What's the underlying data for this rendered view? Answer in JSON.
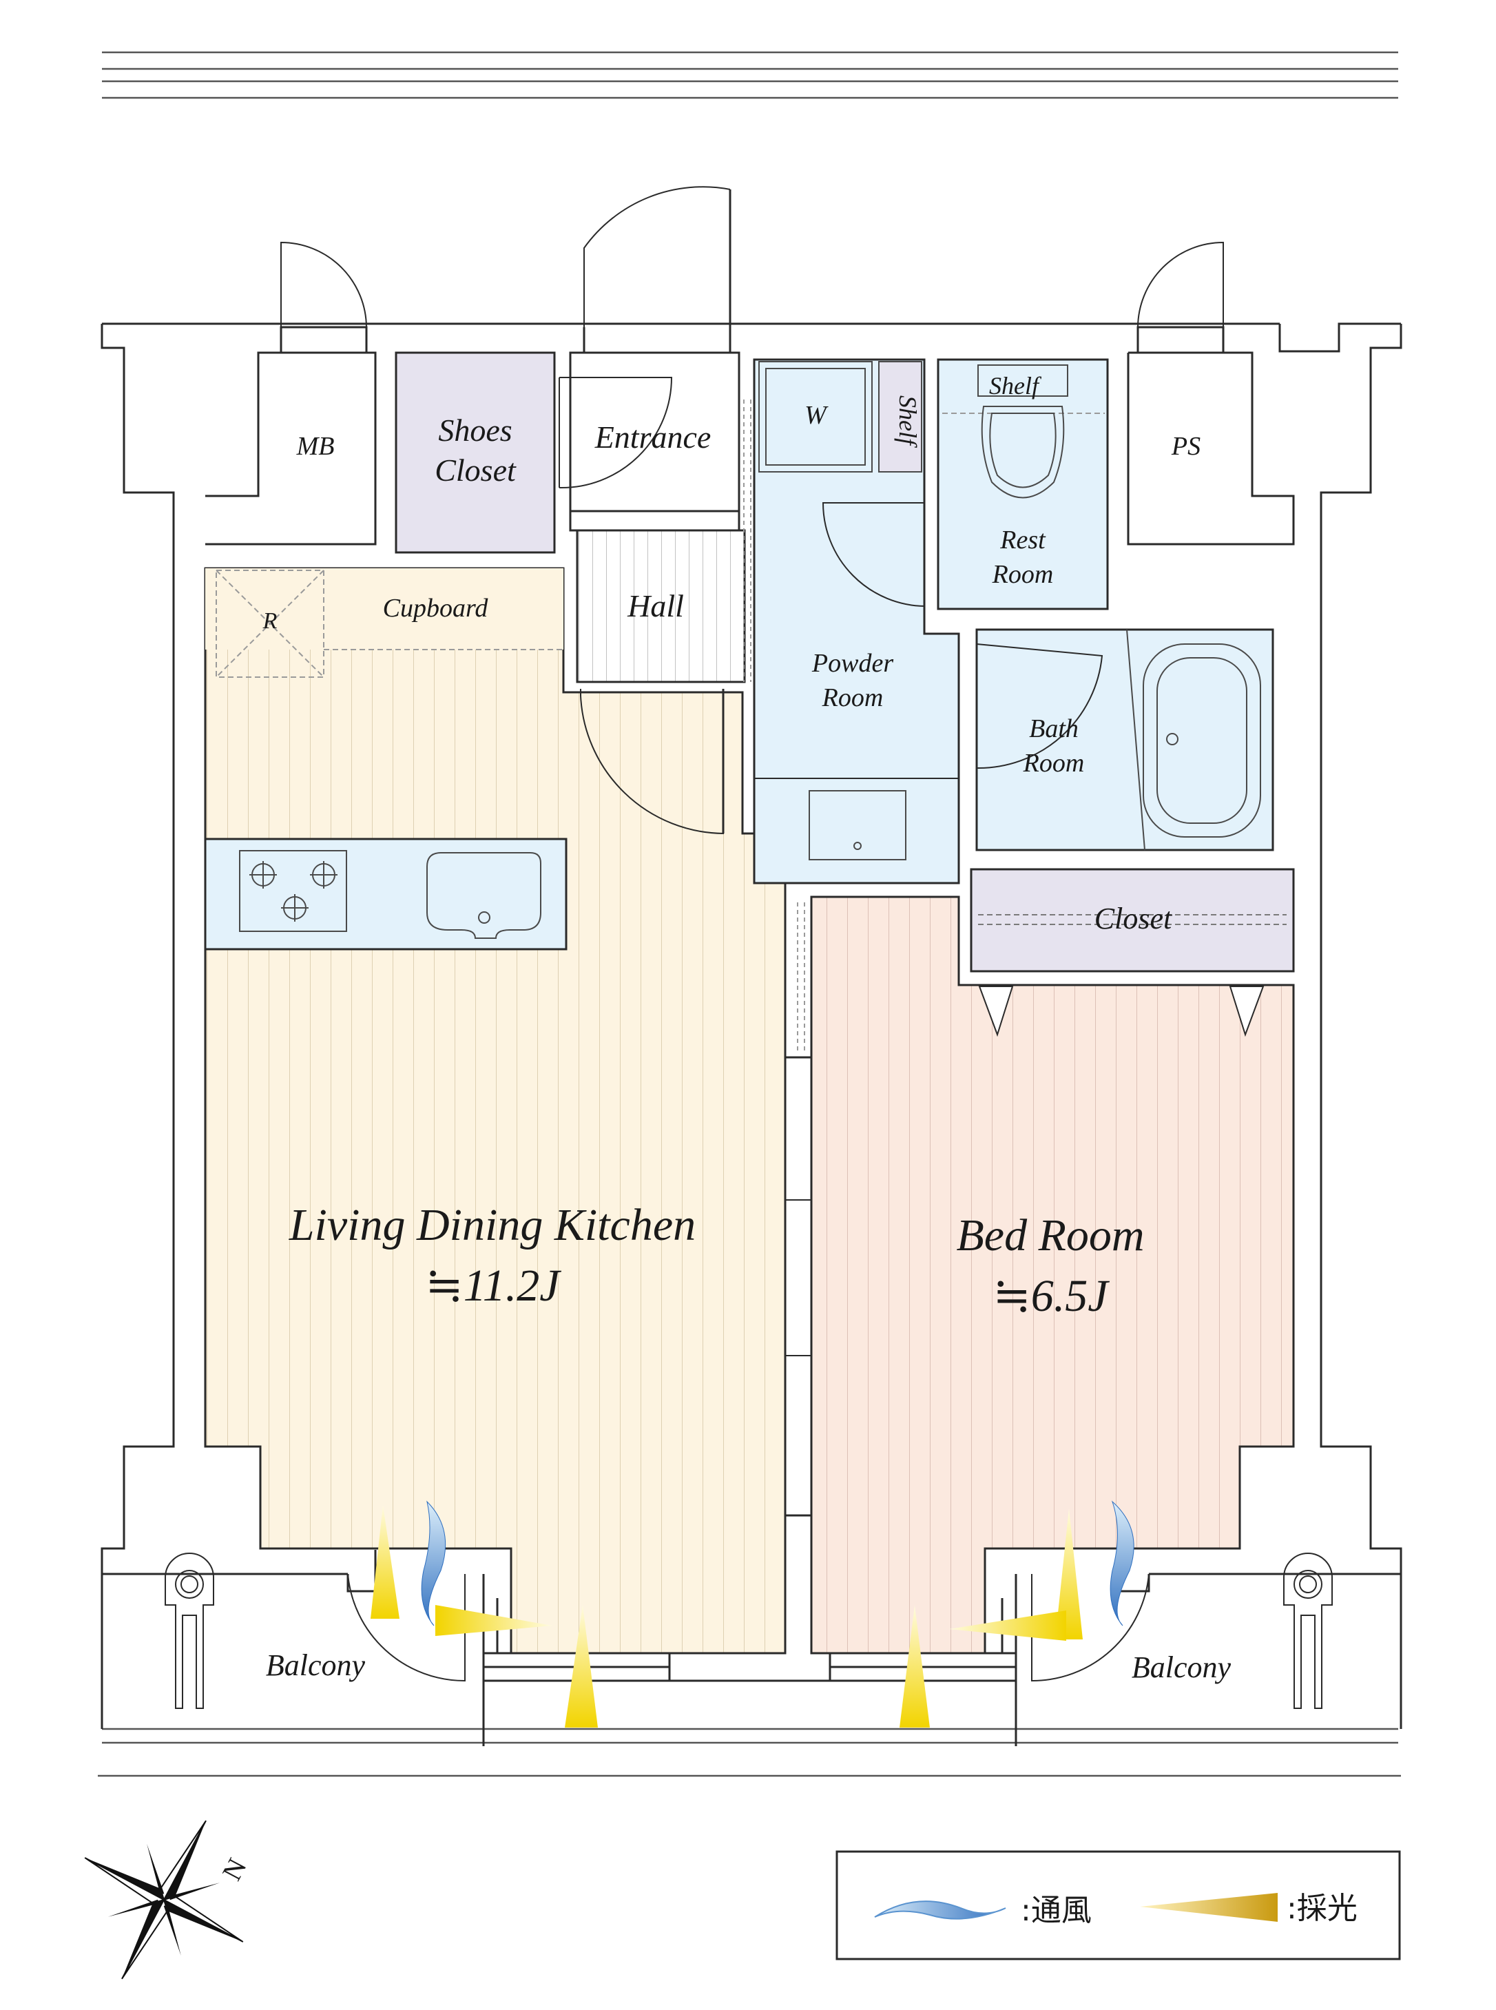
{
  "rooms": {
    "mb": "MB",
    "shoes_closet": [
      "Shoes",
      "Closet"
    ],
    "entrance": "Entrance",
    "w": "W",
    "shelf_vertical": "Shelf",
    "shelf_rest": "Shelf",
    "rest_room": [
      "Rest",
      "Room"
    ],
    "ps": "PS",
    "r": "R",
    "cupboard": "Cupboard",
    "hall": "Hall",
    "powder_room": [
      "Powder",
      "Room"
    ],
    "bath_room": [
      "Bath",
      "Room"
    ],
    "closet": "Closet",
    "ldk": "Living Dining Kitchen",
    "ldk_size": "≒11.2J",
    "bedroom": "Bed Room",
    "bedroom_size": "≒6.5J",
    "balcony_left": "Balcony",
    "balcony_right": "Balcony"
  },
  "compass": {
    "label": "N"
  },
  "legend": {
    "ventilation": ":通風",
    "daylight": ":採光"
  },
  "colors": {
    "ldk_floor": "#fdf4e1",
    "bedroom_floor": "#fbe9df",
    "wet_area": "#e3f2fb",
    "closet": "#e6e3ef",
    "wall": "#2a2a2a",
    "wind": "#3a78c2",
    "light": "#f2d400"
  }
}
